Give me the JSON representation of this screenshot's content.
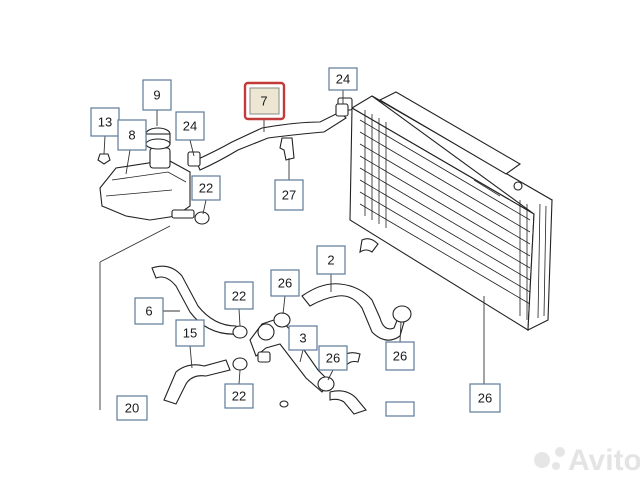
{
  "diagram": {
    "callouts": [
      {
        "id": "c9",
        "label": "9"
      },
      {
        "id": "c13",
        "label": "13"
      },
      {
        "id": "c8",
        "label": "8"
      },
      {
        "id": "c24a",
        "label": "24"
      },
      {
        "id": "c7",
        "label": "7"
      },
      {
        "id": "c24b",
        "label": "24"
      },
      {
        "id": "c27",
        "label": "27"
      },
      {
        "id": "c22a",
        "label": "22"
      },
      {
        "id": "c2",
        "label": "2"
      },
      {
        "id": "c6",
        "label": "6"
      },
      {
        "id": "c22b",
        "label": "22"
      },
      {
        "id": "c26a",
        "label": "26"
      },
      {
        "id": "c15",
        "label": "15"
      },
      {
        "id": "c3",
        "label": "3"
      },
      {
        "id": "c26b",
        "label": "26"
      },
      {
        "id": "c26c",
        "label": "26"
      },
      {
        "id": "c22c",
        "label": "22"
      },
      {
        "id": "c20",
        "label": "20"
      },
      {
        "id": "c26d",
        "label": "26"
      }
    ],
    "highlighted_callout": "7"
  },
  "watermark": {
    "text": "Avito"
  }
}
